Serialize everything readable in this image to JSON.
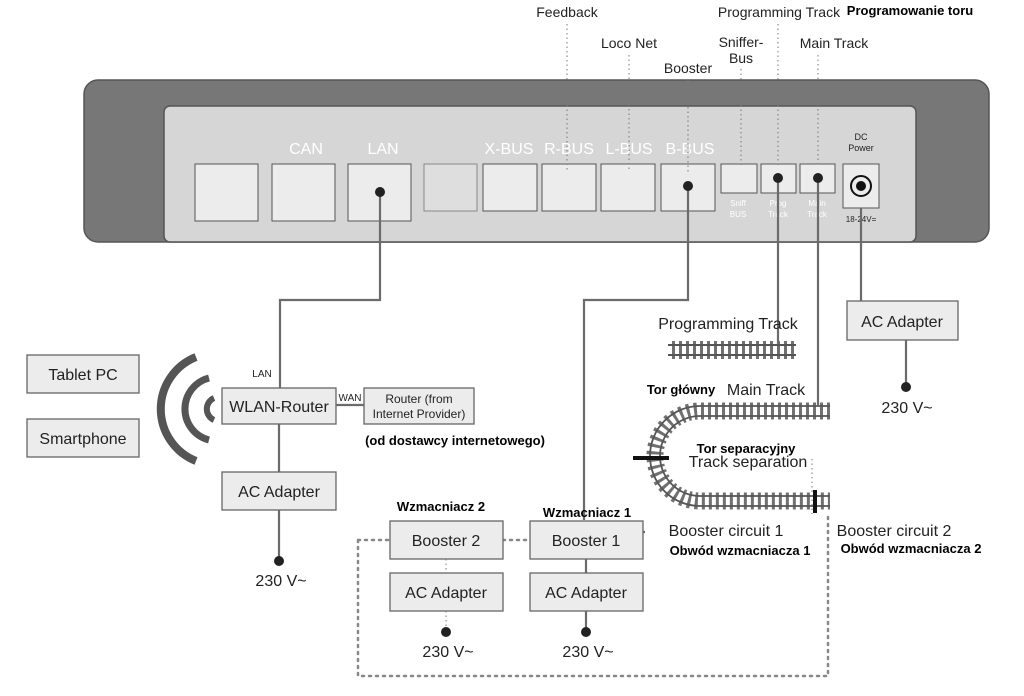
{
  "top_labels": {
    "feedback": "Feedback",
    "loconet": "Loco Net",
    "booster": "Booster",
    "sniffer_1": "Sniffer-",
    "sniffer_2": "Bus",
    "programming_track": "Programming Track",
    "programming_track_pl": "Programowanie toru",
    "main_track": "Main Track"
  },
  "panel": {
    "ports": {
      "can": "CAN",
      "lan": "LAN",
      "xbus": "X-BUS",
      "rbus": "R-BUS",
      "lbus": "L-BUS",
      "bbus": "B-BUS"
    },
    "sniff_1": "Sniff",
    "sniff_2": "BUS",
    "prog_1": "Prog",
    "prog_2": "Track",
    "main_1": "Main",
    "main_2": "Track",
    "dc_1": "DC",
    "dc_2": "Power",
    "dc_voltage": "18-24V="
  },
  "network": {
    "tablet": "Tablet PC",
    "smartphone": "Smartphone",
    "lan_label": "LAN",
    "wlan_router": "WLAN-Router",
    "wan_label": "WAN",
    "router_1": "Router (from",
    "router_2": "Internet Provider)",
    "router_pl": "(od dostawcy internetowego)",
    "ac_adapter": "AC Adapter",
    "voltage": "230 V~"
  },
  "track": {
    "programming_track": "Programming Track",
    "main_track_pl": "Tor główny",
    "main_track": "Main Track",
    "separation_pl": "Tor separacyjny",
    "separation": "Track separation",
    "circuit1": "Booster circuit 1",
    "circuit1_pl": "Obwód wzmacniacza 1",
    "circuit2": "Booster circuit 2",
    "circuit2_pl": "Obwód wzmacniacza 2"
  },
  "boosters": {
    "booster2_pl": "Wzmacniacz 2",
    "booster2": "Booster 2",
    "booster1_pl": "Wzmacniacz 1",
    "booster1": "Booster 1",
    "ac_adapter2": "AC Adapter",
    "ac_adapter1": "AC Adapter",
    "voltage2": "230 V~",
    "voltage1": "230 V~"
  },
  "power": {
    "ac_adapter": "AC Adapter",
    "voltage": "230 V~"
  }
}
